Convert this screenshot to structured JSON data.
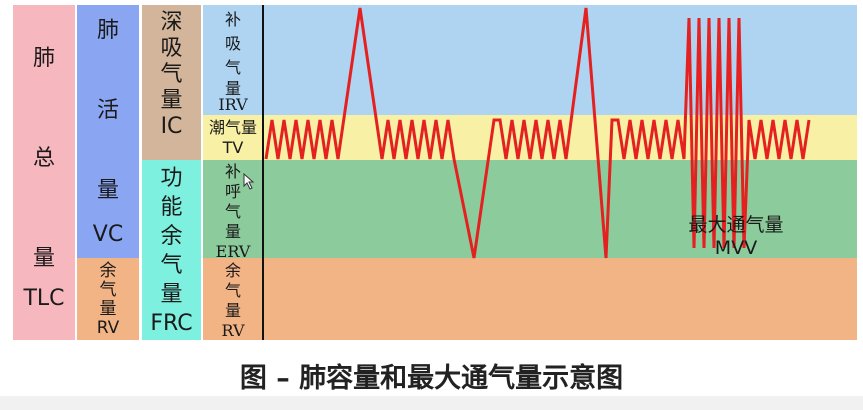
{
  "colors": {
    "tlc": "#f7b7bf",
    "vc": "#8aa6f2",
    "rv_small": "#f3b485",
    "ic": "#d3b59b",
    "frc": "#7ef0e0",
    "irv_band": "#aed4f2",
    "tv_band": "#f8f0a4",
    "erv_band": "#8ccc9c",
    "rv_band": "#f3b485",
    "trace": "#e52020",
    "axis": "#111111"
  },
  "columns": {
    "tlc": {
      "chars": [
        "肺",
        "总",
        "量"
      ],
      "abbr": "TLC"
    },
    "vc": {
      "chars": [
        "肺",
        "活",
        "量"
      ],
      "abbr": "VC"
    },
    "rv": {
      "chars": [
        "余",
        "气",
        "量"
      ],
      "abbr": "RV"
    },
    "ic": {
      "chars": [
        "深",
        "吸",
        "气",
        "量"
      ],
      "abbr": "IC"
    },
    "frc": {
      "chars": [
        "功",
        "能",
        "余",
        "气",
        "量"
      ],
      "abbr": "FRC"
    }
  },
  "bands": {
    "irv": {
      "chars": [
        "补",
        "吸",
        "气",
        "量"
      ],
      "abbr": "IRV"
    },
    "tv": {
      "label": "潮气量",
      "abbr": "TV"
    },
    "erv": {
      "chars": [
        "补",
        "呼",
        "气",
        "量"
      ],
      "abbr": "ERV"
    },
    "rv": {
      "chars": [
        "余",
        "气",
        "量"
      ],
      "abbr": "RV"
    }
  },
  "annotation": {
    "label": "最大通气量",
    "abbr": "MVV"
  },
  "caption": "图 – 肺容量和最大通气量示意图",
  "trace": {
    "tidal_cycles_before_ir": 6,
    "tidal_cycles_between_ir_and_ie": 6,
    "tidal_cycles_after_ie": 6,
    "tidal_cycles_between_deep_breaths": 6,
    "tidal_cycles_before_mvv": 6,
    "mvv_cycles": 6
  }
}
